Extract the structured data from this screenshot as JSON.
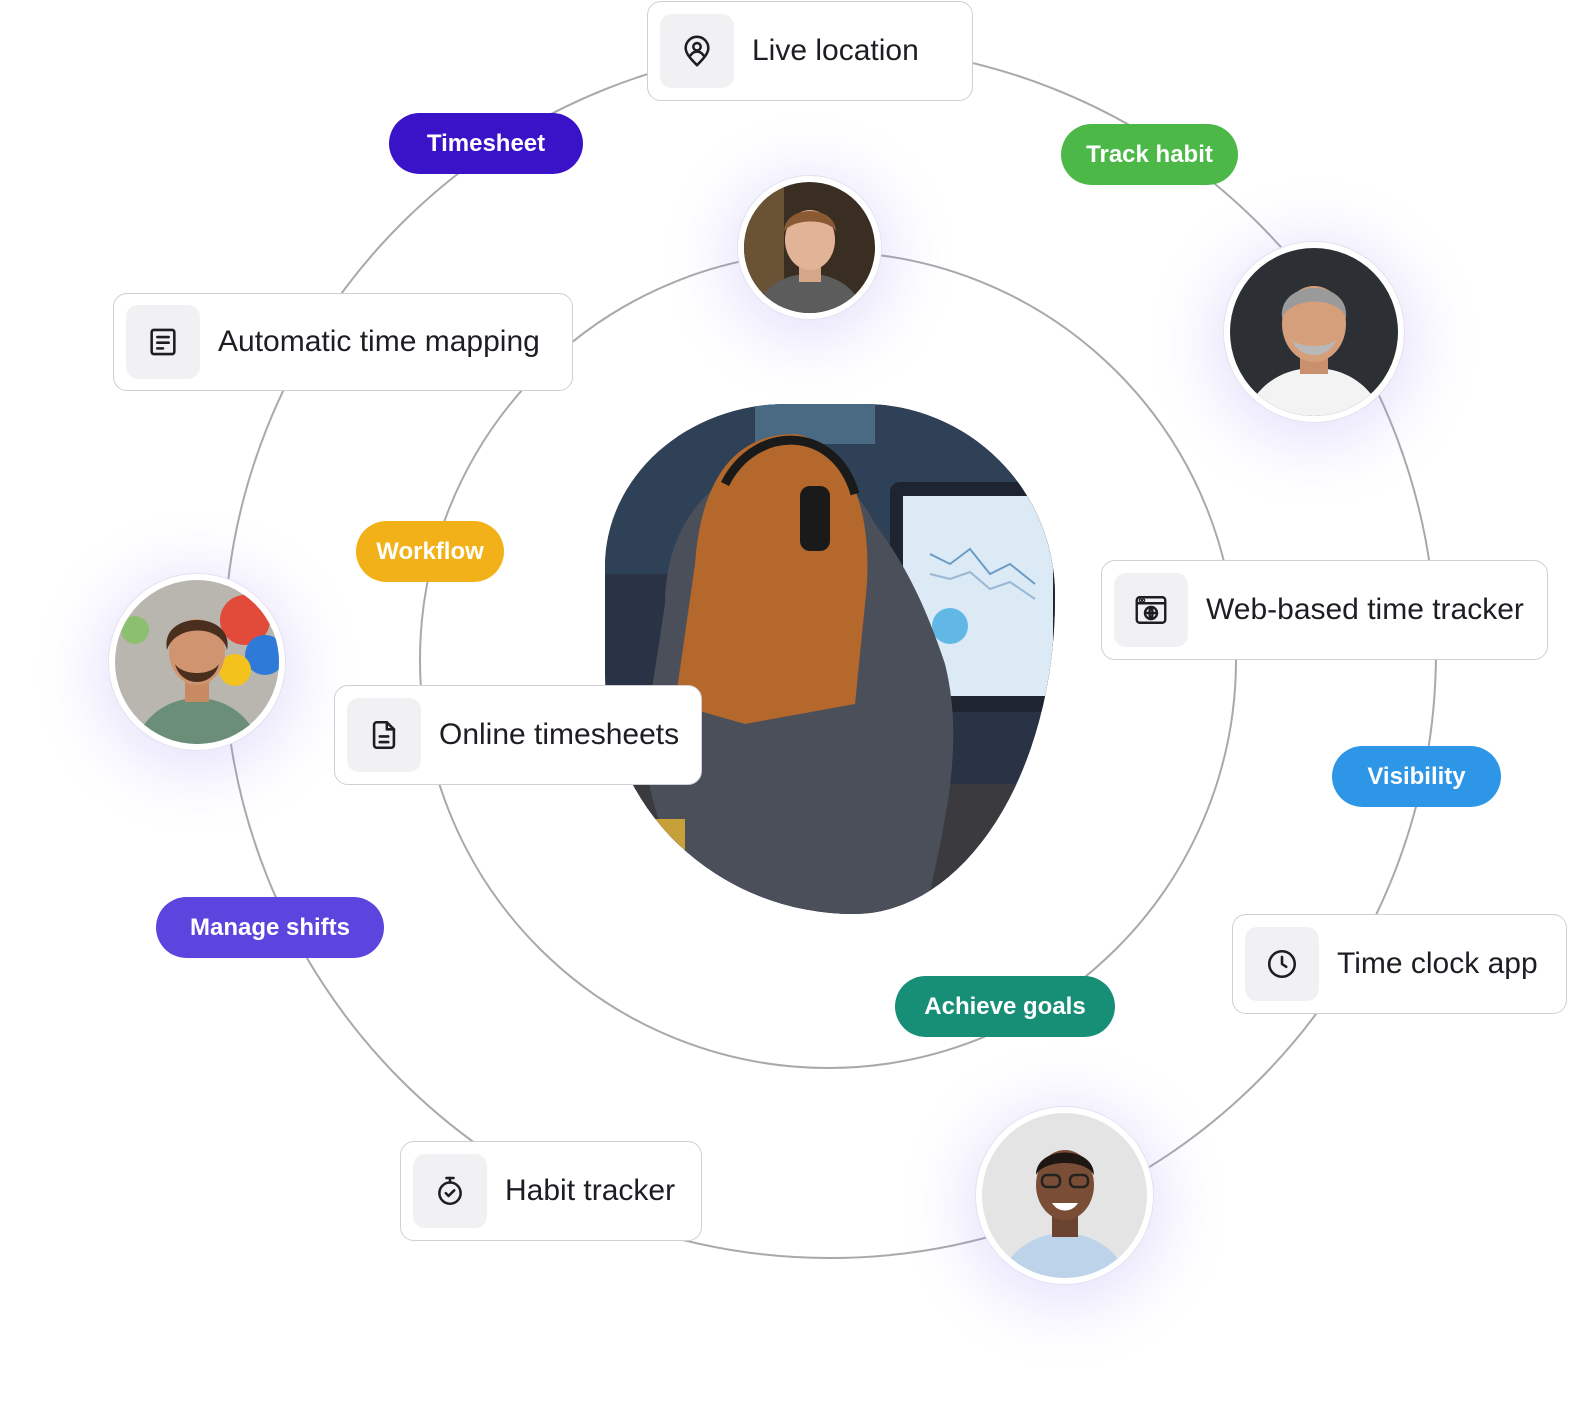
{
  "cards": {
    "live_location": {
      "label": "Live location",
      "icon": "location-pin-icon"
    },
    "automatic_time_mapping": {
      "label": "Automatic time mapping",
      "icon": "document-lines-icon"
    },
    "web_based_time_tracker": {
      "label": "Web-based time tracker",
      "icon": "browser-globe-icon"
    },
    "online_timesheets": {
      "label": "Online timesheets",
      "icon": "file-text-icon"
    },
    "time_clock_app": {
      "label": "Time clock app",
      "icon": "clock-icon"
    },
    "habit_tracker": {
      "label": "Habit tracker",
      "icon": "stopwatch-check-icon"
    }
  },
  "pills": {
    "timesheet": {
      "label": "Timesheet",
      "color": "#3a12c8"
    },
    "track_habit": {
      "label": "Track habit",
      "color": "#4cb848"
    },
    "workflow": {
      "label": "Workflow",
      "color": "#f2b118"
    },
    "visibility": {
      "label": "Visibility",
      "color": "#2e96e6"
    },
    "manage_shifts": {
      "label": "Manage shifts",
      "color": "#5b45de"
    },
    "achieve_goals": {
      "label": "Achieve goals",
      "color": "#178f76"
    }
  },
  "colors": {
    "ring": "#a9a9ad",
    "card_border": "#cfcfd4",
    "icon_tile": "#f1f1f3",
    "text": "#1d1d24"
  }
}
